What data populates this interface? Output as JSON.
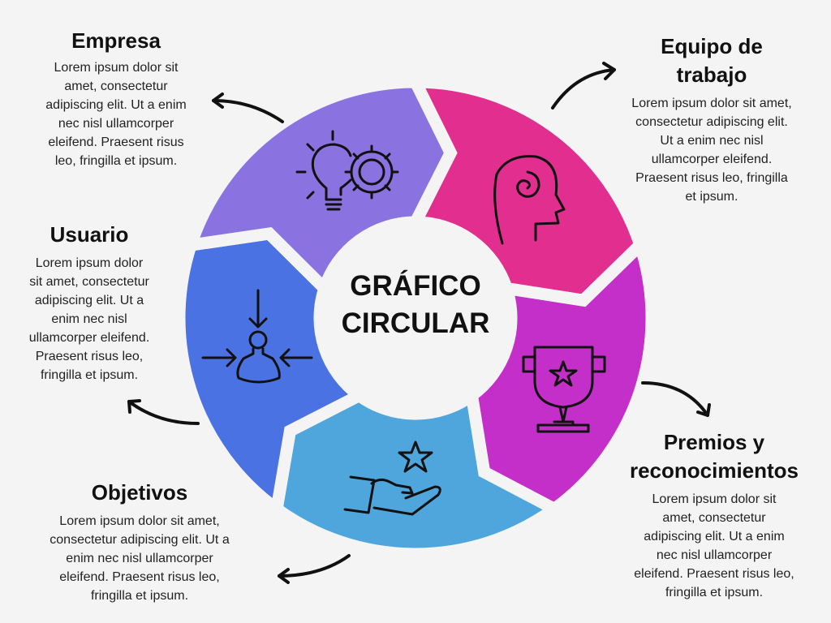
{
  "center_title": "GRÁFICO\nCIRCULAR",
  "colors": {
    "pink": "#e22f8f",
    "magenta": "#c42fc9",
    "light_blue": "#4fa6dd",
    "blue": "#4a72e3",
    "purple": "#8a73e0",
    "background": "#f4f4f4"
  },
  "segments": [
    {
      "name": "equipo-de-trabajo",
      "color": "#e22f8f",
      "icon": "head-spiral-icon"
    },
    {
      "name": "premios",
      "color": "#c42fc9",
      "icon": "trophy-star-icon"
    },
    {
      "name": "objetivos",
      "color": "#4fa6dd",
      "icon": "hand-star-icon"
    },
    {
      "name": "usuario",
      "color": "#4a72e3",
      "icon": "user-focus-icon"
    },
    {
      "name": "empresa",
      "color": "#8a73e0",
      "icon": "lightbulb-gear-icon"
    }
  ],
  "blocks": {
    "empresa": {
      "title": "Empresa",
      "body": "Lorem ipsum dolor sit\namet, consectetur\nadipiscing elit. Ut a enim\nnec nisl ullamcorper\neleifend. Praesent risus\nleo, fringilla et ipsum."
    },
    "equipo": {
      "title": "Equipo de\ntrabajo",
      "body": "Lorem ipsum dolor sit amet,\nconsectetur adipiscing elit.\nUt a enim nec nisl\nullamcorper eleifend.\nPraesent risus leo, fringilla\net ipsum."
    },
    "usuario": {
      "title": "Usuario",
      "body": "Lorem ipsum dolor\nsit amet, consectetur\nadipiscing elit. Ut a\nenim nec nisl\nullamcorper eleifend.\nPraesent risus leo,\nfringilla et ipsum."
    },
    "objetivos": {
      "title": "Objetivos",
      "body": "Lorem ipsum dolor sit amet,\nconsectetur adipiscing elit. Ut a\nenim nec nisl ullamcorper\neleifend. Praesent risus leo,\nfringilla et ipsum."
    },
    "premios": {
      "title": "Premios y\nreconocimientos",
      "body": "Lorem ipsum dolor sit\namet, consectetur\nadipiscing elit. Ut a enim\nnec nisl ullamcorper\neleifend. Praesent risus leo,\nfringilla et ipsum."
    }
  }
}
